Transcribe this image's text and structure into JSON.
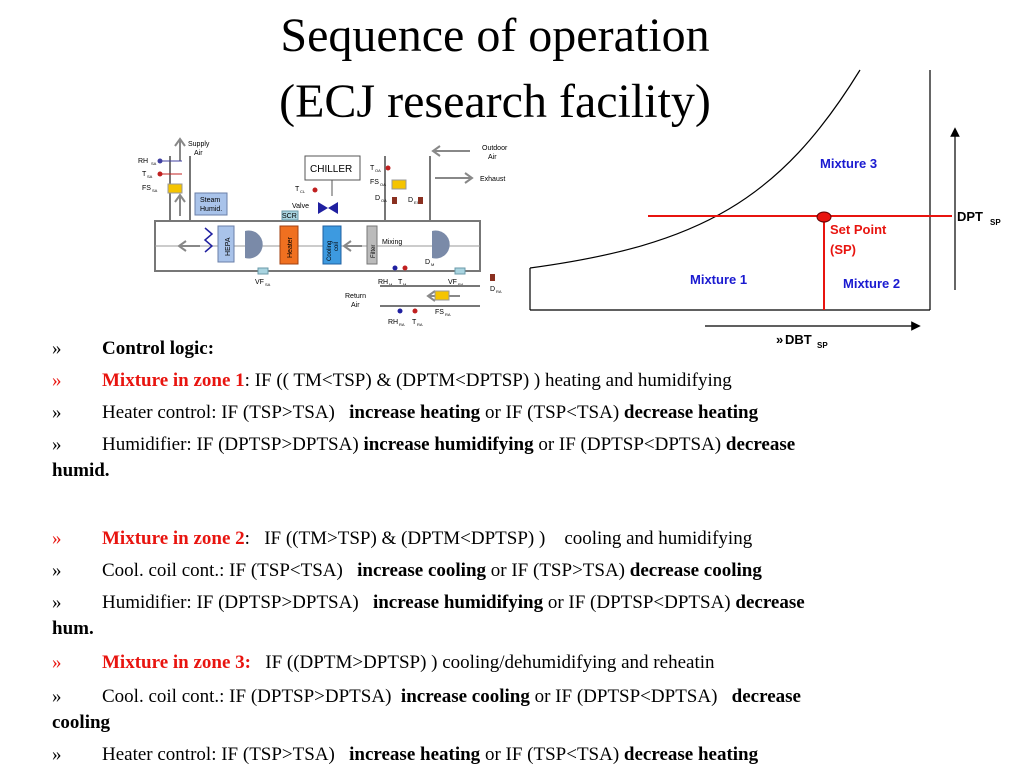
{
  "title_line1": "Sequence of operation",
  "title_line2": "(ECJ research facility)",
  "schematic": {
    "supply_air": "Supply",
    "supply_air2": "Air",
    "outdoor_air": "Outdoor",
    "outdoor_air2": "Air",
    "exhaust": "Exhaust",
    "chiller": "CHILLER",
    "steam_humid": "Steam",
    "steam_humid2": "Humid.",
    "valve": "Valve",
    "scr": "SCR",
    "hepa": "HEPA",
    "heater": "Heater",
    "cooling_coil": "Cooling",
    "cooling_coil2": "coil",
    "filter": "Filter",
    "mixing": "Mixing",
    "return_air": "Return",
    "return_air2": "Air",
    "rh_sa": "RH",
    "rh_sa_sub": "SA",
    "t_sa": "T",
    "t_sa_sub": "SA",
    "fs_sa": "FS",
    "fs_sa_sub": "SA",
    "t_oa": "T",
    "t_oa_sub": "OA",
    "fs_oa": "FS",
    "fs_oa_sub": "OA",
    "d_oa": "D",
    "d_oa_sub": "OA",
    "d_ex": "D",
    "d_ex_sub": "EX",
    "t_cl": "T",
    "t_cl_sub": "CL",
    "d_m": "D",
    "d_m_sub": "M",
    "vf_sa": "VF",
    "vf_sa_sub": "SA",
    "rh_m": "RH",
    "rh_m_sub": "M",
    "t_m": "T",
    "t_m_sub": "M",
    "vf_ra": "VF",
    "vf_ra_sub": "RA",
    "d_ra": "D",
    "d_ra_sub": "RA",
    "fs_ra": "FS",
    "fs_ra_sub": "RA",
    "rh_ra": "RH",
    "rh_ra_sub": "RA",
    "t_ra": "T",
    "t_ra_sub": "RA"
  },
  "chart": {
    "mixture3": "Mixture 3",
    "mixture1": "Mixture 1",
    "mixture2": "Mixture 2",
    "set_point": "Set Point",
    "sp": "(SP)",
    "dpt": "DPT",
    "dpt_sub": "SP",
    "dbt_prefix": "»",
    "dbt": "DBT",
    "dbt_sub": "SP",
    "colors": {
      "line": "#e8140f",
      "label": "#1a1ad0",
      "setpoint": "#e8140f"
    }
  },
  "bullets": {
    "marker": "»",
    "b1": {
      "bold": "Control logic:"
    },
    "b2": {
      "red": "Mixture in zone 1",
      "rest": ":   IF (( TM<TSP) & (DPTM<DPTSP) )    heating and humidifying"
    },
    "b3": {
      "a": "Heater control: IF (TSP>TSA)   ",
      "b1": "increase heating",
      "c": " or IF (TSP<TSA) ",
      "b2": "decrease heating"
    },
    "b4": {
      "a": "Humidifier: IF (DPTSP>DPTSA) ",
      "b1": "increase humidifying",
      "c": " or IF (DPTSP<DPTSA) ",
      "b2": "decrease",
      "b3": "humid."
    },
    "b5": {
      "red": "Mixture in zone 2",
      "rest": ":   IF ((TM>TSP) & (DPTM<DPTSP) )    cooling and humidifying"
    },
    "b6": {
      "a": "Cool. coil cont.: IF (TSP<TSA)   ",
      "b1": "increase cooling",
      "c": " or IF (TSP>TSA) ",
      "b2": "decrease cooling"
    },
    "b7": {
      "a": "Humidifier: IF (DPTSP>DPTSA)   ",
      "b1": "increase humidifying",
      "c": " or IF (DPTSP<DPTSA) ",
      "b2": "decrease",
      "b3": "hum."
    },
    "b8": {
      "red": "Mixture in zone 3:",
      "rest": "   IF ((DPTM>DPTSP) ) cooling/dehumidifying and reheatin"
    },
    "b9": {
      "a": "Cool. coil cont.: IF (DPTSP>DPTSA)  ",
      "b1": "increase cooling",
      "c": " or IF (DPTSP<DPTSA)   ",
      "b2": "decrease",
      "b3": "cooling"
    },
    "b10": {
      "a": "Heater control: IF (TSP>TSA)   ",
      "b1": "increase heating",
      "c": " or IF (TSP<TSA) ",
      "b2": "decrease heating"
    }
  }
}
